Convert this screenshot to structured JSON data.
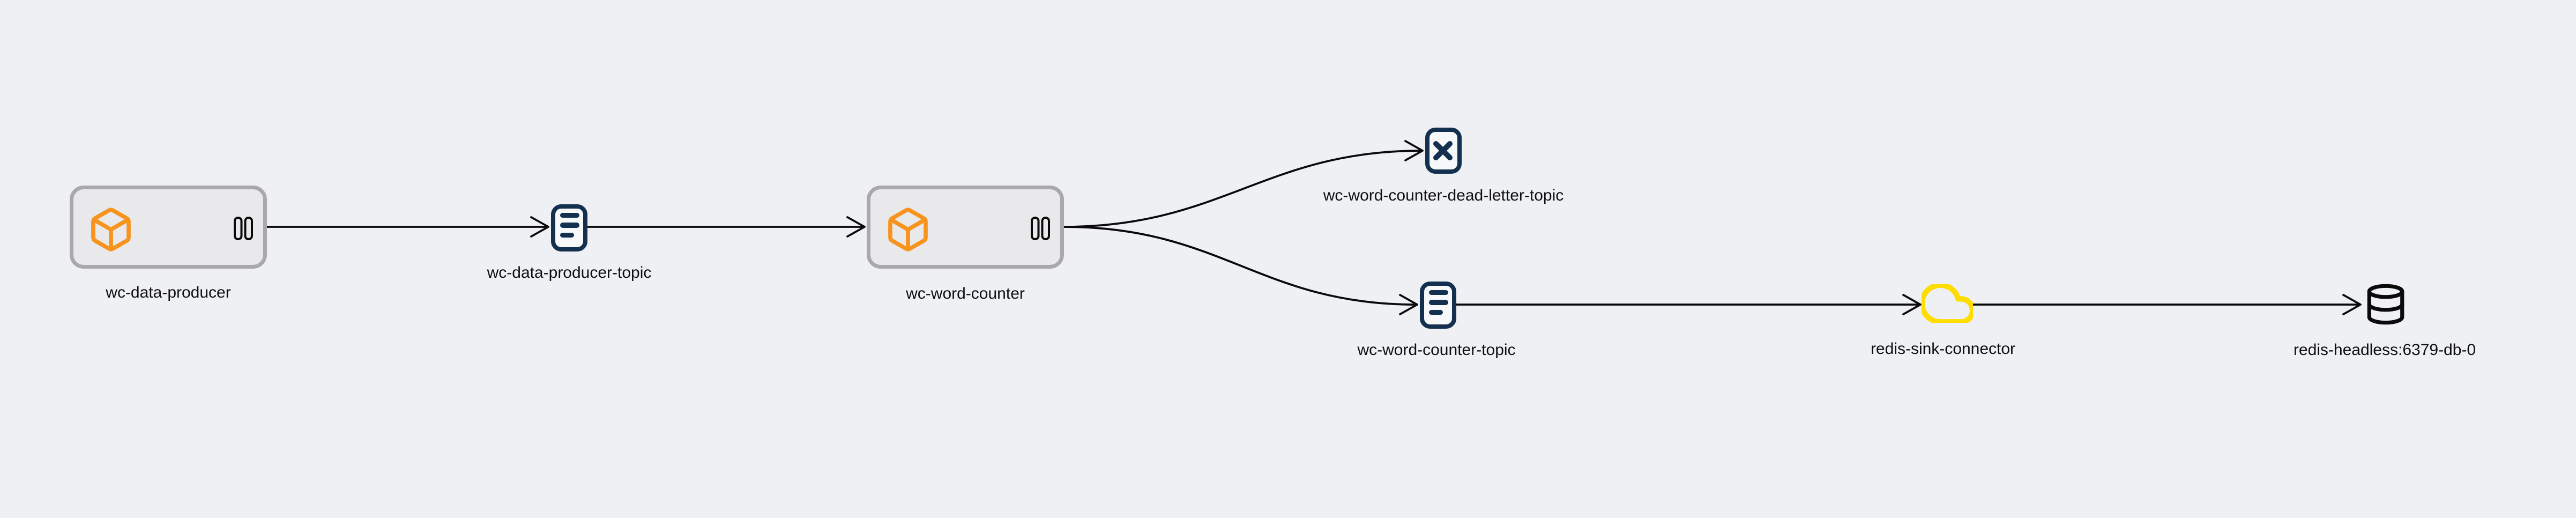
{
  "canvas": {
    "background": "#eef0f4"
  },
  "colors": {
    "application_fill": "#e9e9eb",
    "application_border": "#a9a9ab",
    "accent_orange": "#f7941d",
    "topic_navy": "#14304f",
    "connector_yellow": "#ffdd00",
    "edge_black": "#0a0a0a",
    "label_text": "#0f0f0f"
  },
  "nodes": [
    {
      "label": "wc-data-producer",
      "type": "application",
      "icons": [
        "box-icon",
        "pause-icon"
      ]
    },
    {
      "label": "wc-data-producer-topic",
      "type": "topic",
      "icons": [
        "topic-icon"
      ]
    },
    {
      "label": "wc-word-counter",
      "type": "application",
      "icons": [
        "box-icon",
        "pause-icon"
      ]
    },
    {
      "label": "wc-word-counter-dead-letter-topic",
      "type": "dead-letter-topic",
      "icons": [
        "dead-letter-x-icon"
      ]
    },
    {
      "label": "wc-word-counter-topic",
      "type": "topic",
      "icons": [
        "topic-icon"
      ]
    },
    {
      "label": "redis-sink-connector",
      "type": "sink-connector",
      "icons": [
        "cloud-icon"
      ]
    },
    {
      "label": "redis-headless:6379-db-0",
      "type": "database",
      "icons": [
        "database-icon"
      ]
    }
  ],
  "edges": [
    {
      "from": "wc-data-producer",
      "to": "wc-data-producer-topic"
    },
    {
      "from": "wc-data-producer-topic",
      "to": "wc-word-counter"
    },
    {
      "from": "wc-word-counter",
      "to": "wc-word-counter-dead-letter-topic"
    },
    {
      "from": "wc-word-counter",
      "to": "wc-word-counter-topic"
    },
    {
      "from": "wc-word-counter-topic",
      "to": "redis-sink-connector"
    },
    {
      "from": "redis-sink-connector",
      "to": "redis-headless:6379-db-0"
    }
  ]
}
